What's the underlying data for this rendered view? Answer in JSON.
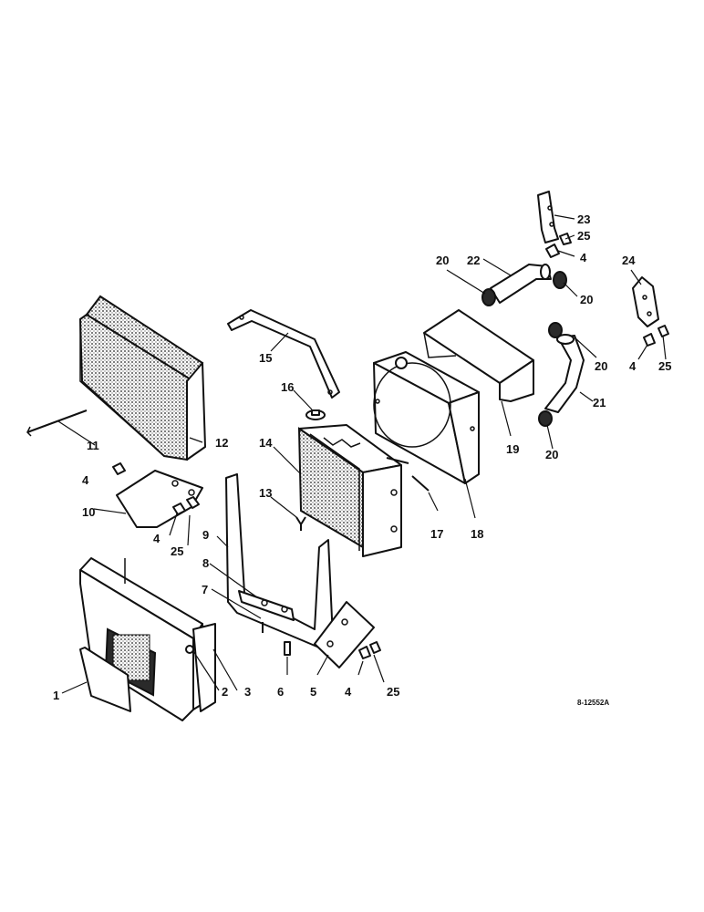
{
  "diagram": {
    "reference_code": "8-12552A",
    "callouts": {
      "c1": "1",
      "c2": "2",
      "c3": "3",
      "c4a": "4",
      "c4b": "4",
      "c4c": "4",
      "c4d": "4",
      "c4e": "4",
      "c5": "5",
      "c6": "6",
      "c7": "7",
      "c8": "8",
      "c9": "9",
      "c10": "10",
      "c11": "11",
      "c12": "12",
      "c13": "13",
      "c14": "14",
      "c15": "15",
      "c16": "16",
      "c17": "17",
      "c18": "18",
      "c19": "19",
      "c20a": "20",
      "c20b": "20",
      "c20c": "20",
      "c20d": "20",
      "c21": "21",
      "c22": "22",
      "c23": "23",
      "c24": "24",
      "c25a": "25",
      "c25b": "25",
      "c25c": "25",
      "c25d": "25"
    }
  }
}
